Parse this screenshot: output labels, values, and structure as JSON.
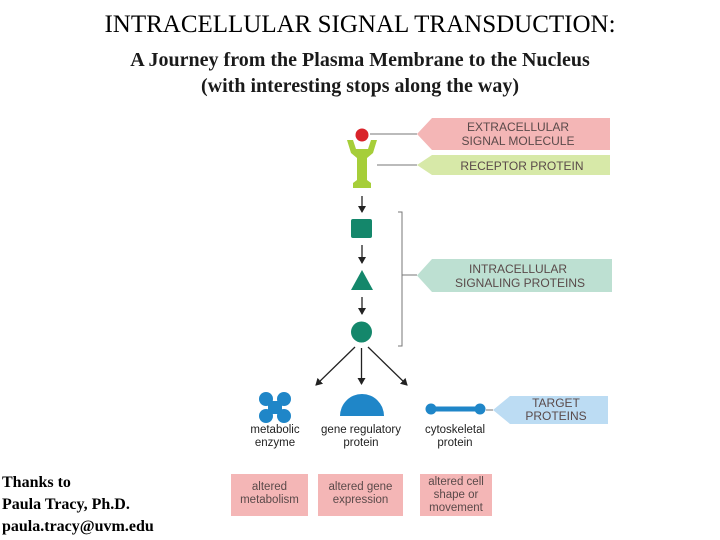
{
  "title": "INTRACELLULAR SIGNAL TRANSDUCTION:",
  "subtitle_line1": "A Journey from the Plasma Membrane to the Nucleus",
  "subtitle_line2": "(with interesting stops along the way)",
  "credits": {
    "line1": "Thanks to",
    "line2": "Paula Tracy, Ph.D.",
    "line3": "paula.tracy@uvm.edu"
  },
  "diagram": {
    "extracellular_label_1": "EXTRACELLULAR",
    "extracellular_label_2": "SIGNAL MOLECULE",
    "receptor_label": "RECEPTOR PROTEIN",
    "intracellular_label_1": "INTRACELLULAR",
    "intracellular_label_2": "SIGNALING PROTEINS",
    "target_label_1": "TARGET",
    "target_label_2": "PROTEINS",
    "metabolic_1": "metabolic",
    "metabolic_2": "enzyme",
    "gene_reg_1": "gene regulatory",
    "gene_reg_2": "protein",
    "cytoskeletal_1": "cytoskeletal",
    "cytoskeletal_2": "protein",
    "altered_metabolism_1": "altered",
    "altered_metabolism_2": "metabolism",
    "altered_gene_1": "altered gene",
    "altered_gene_2": "expression",
    "altered_cell_1": "altered cell",
    "altered_cell_2": "shape or",
    "altered_cell_3": "movement"
  },
  "colors": {
    "signal_molecule": "#d9232a",
    "receptor": "#a6ce39",
    "signaling_proteins": "#14876b",
    "target_proteins": "#1f86c8",
    "pink_box": "#f4b6b6",
    "green_box": "#d7e9a8",
    "teal_box": "#bde0d2",
    "blue_box": "#bcdcf3",
    "label_text": "#5a4a4a"
  }
}
